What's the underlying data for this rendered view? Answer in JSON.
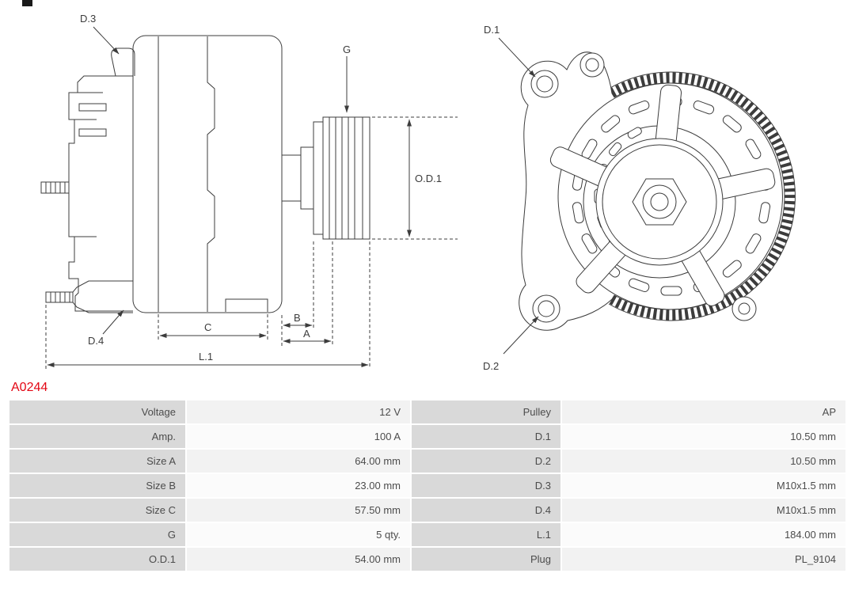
{
  "part_number": "A0244",
  "drawing": {
    "labels": {
      "d3": "D.3",
      "g": "G",
      "d1": "D.1",
      "od1": "O.D.1",
      "d4": "D.4",
      "c": "C",
      "b": "B",
      "a": "A",
      "l1": "L.1",
      "d2": "D.2"
    }
  },
  "table": {
    "rows": [
      {
        "label_left": "Voltage",
        "value_left": "12 V",
        "label_right": "Pulley",
        "value_right": "AP"
      },
      {
        "label_left": "Amp.",
        "value_left": "100 A",
        "label_right": "D.1",
        "value_right": "10.50 mm"
      },
      {
        "label_left": "Size A",
        "value_left": "64.00 mm",
        "label_right": "D.2",
        "value_right": "10.50 mm"
      },
      {
        "label_left": "Size B",
        "value_left": "23.00 mm",
        "label_right": "D.3",
        "value_right": "M10x1.5 mm"
      },
      {
        "label_left": "Size C",
        "value_left": "57.50 mm",
        "label_right": "D.4",
        "value_right": "M10x1.5 mm"
      },
      {
        "label_left": "G",
        "value_left": "5 qty.",
        "label_right": "L.1",
        "value_right": "184.00 mm"
      },
      {
        "label_left": "O.D.1",
        "value_left": "54.00 mm",
        "label_right": "Plug",
        "value_right": "PL_9104"
      }
    ]
  },
  "colors": {
    "part_number_red": "#e30613",
    "table_label_bg": "#d9d9d9",
    "table_value_bg_odd": "#f2f2f2",
    "table_value_bg_even": "#fbfbfb",
    "drawing_line": "#3c3c3c"
  }
}
